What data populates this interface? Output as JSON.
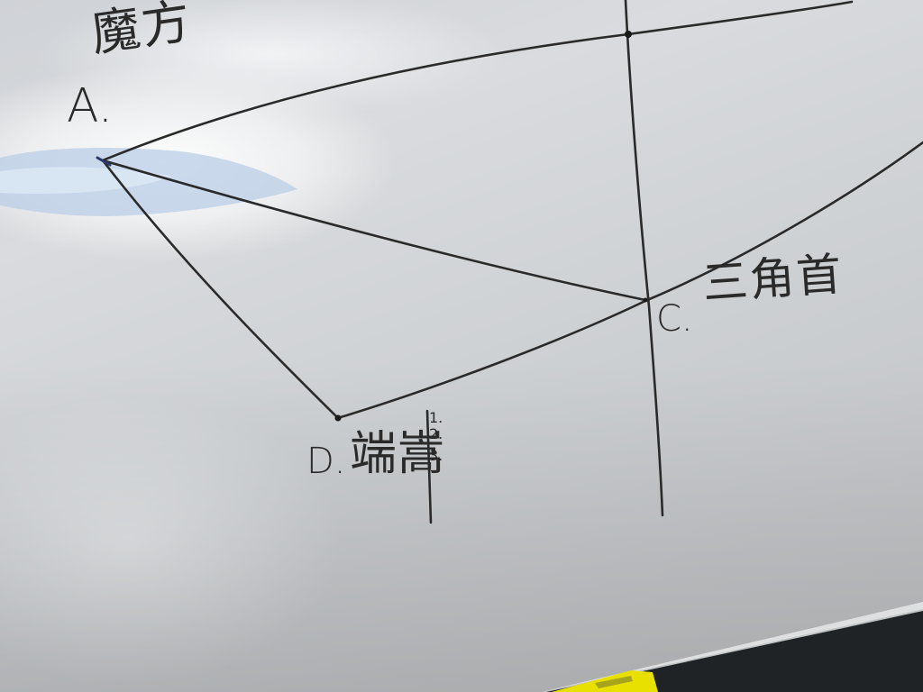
{
  "whiteboard": {
    "point_a": {
      "letter": "A.",
      "name": "魔方"
    },
    "point_c": {
      "letter": "C.",
      "name": "三角首"
    },
    "point_d": {
      "letter": "D.",
      "name": "端嵩",
      "sub_marks": [
        "1.",
        "2.",
        "3."
      ]
    }
  },
  "colors": {
    "board": "#d6d8db",
    "ink": "#2a2a2a",
    "glare": "#ffffff",
    "blue_reflection": "#b9cde6",
    "frame": "#1f2326",
    "marker_tip": "#e8e000"
  }
}
